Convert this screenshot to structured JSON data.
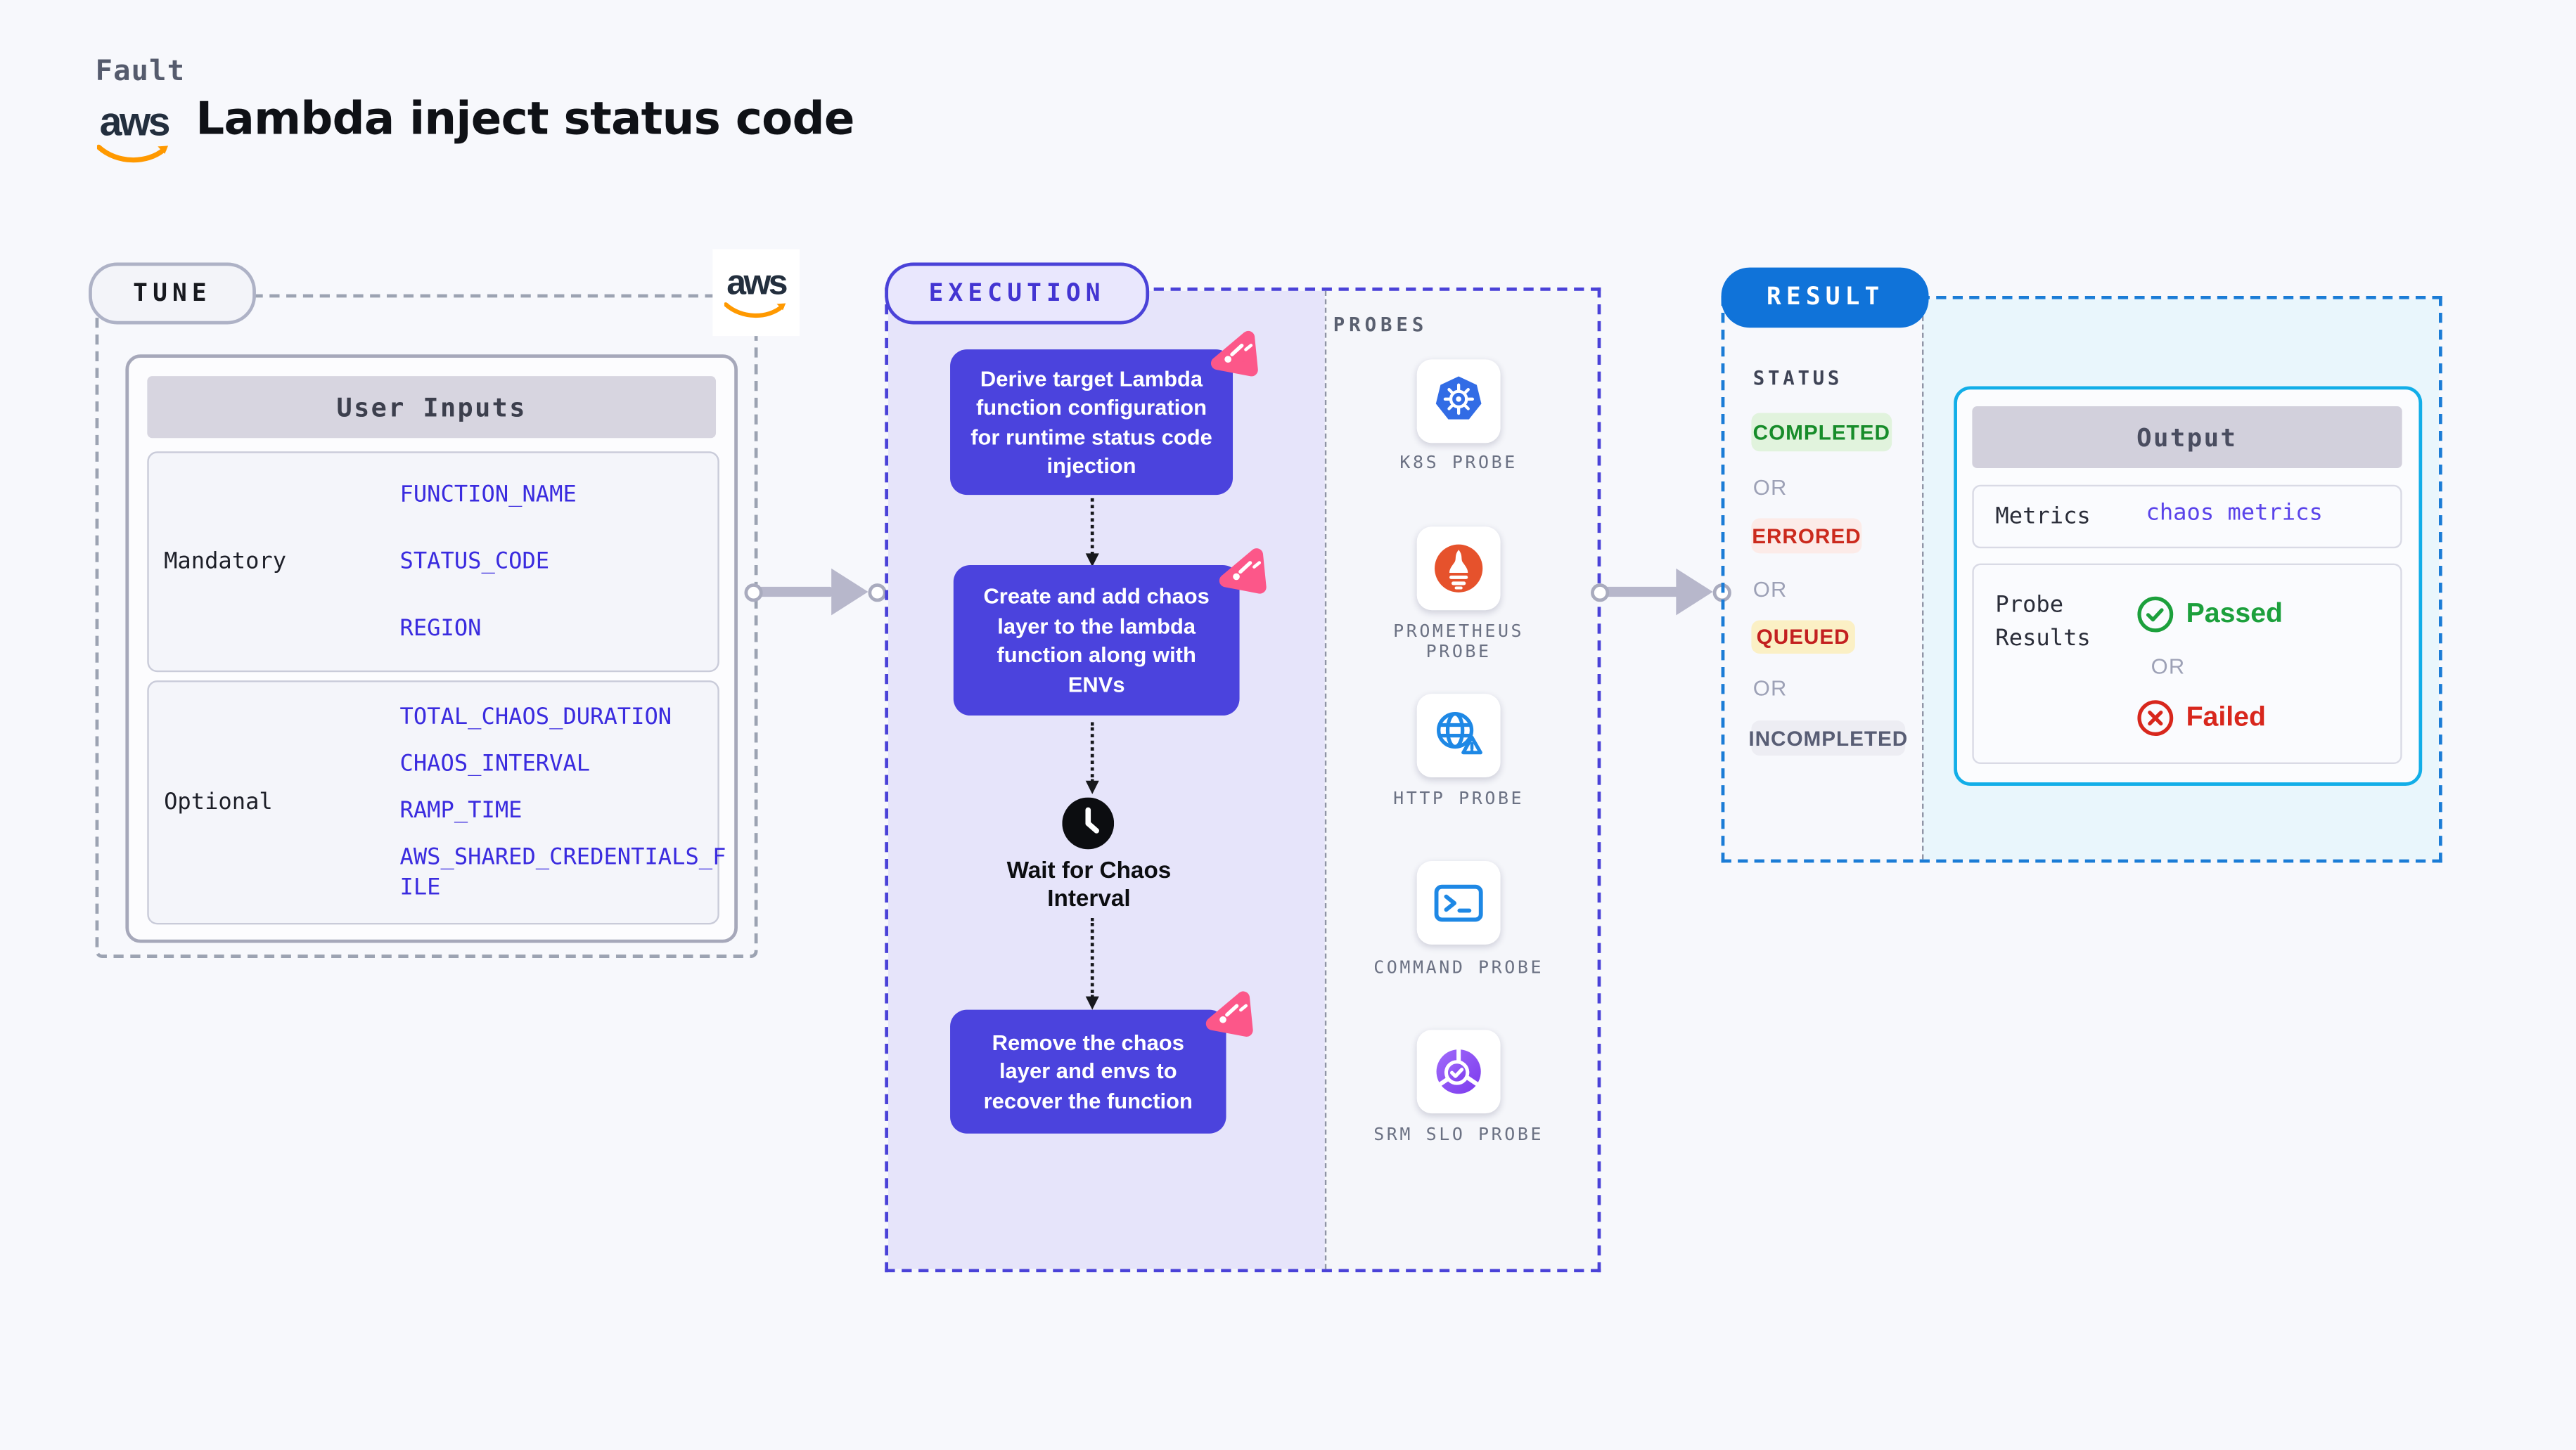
{
  "header": {
    "eyebrow": "Fault",
    "title": "Lambda inject status code",
    "brand": "aws"
  },
  "tune": {
    "label": "TUNE",
    "table": {
      "header": "User Inputs",
      "mandatory": {
        "label": "Mandatory",
        "values": [
          "FUNCTION_NAME",
          "STATUS_CODE",
          "REGION"
        ]
      },
      "optional": {
        "label": "Optional",
        "values": [
          "TOTAL_CHAOS_DURATION",
          "CHAOS_INTERVAL",
          "RAMP_TIME",
          "AWS_SHARED_CREDENTIALS_FILE"
        ]
      }
    }
  },
  "execution": {
    "label": "EXECUTION",
    "steps": [
      "Derive target Lambda function configuration for runtime status code injection",
      "Create and add chaos layer to the lambda function along with ENVs",
      "Remove the chaos layer and envs to recover the function"
    ],
    "wait_label": "Wait for Chaos Interval",
    "probes": {
      "title": "PROBES",
      "items": [
        {
          "icon": "k8s-icon",
          "label": "K8S PROBE"
        },
        {
          "icon": "prometheus-icon",
          "label": "PROMETHEUS PROBE"
        },
        {
          "icon": "http-icon",
          "label": "HTTP PROBE"
        },
        {
          "icon": "command-icon",
          "label": "COMMAND PROBE"
        },
        {
          "icon": "srm-slo-icon",
          "label": "SRM SLO PROBE"
        }
      ]
    }
  },
  "result": {
    "label": "RESULT",
    "status": {
      "title": "STATUS",
      "or": "OR",
      "badges": [
        {
          "label": "COMPLETED",
          "type": "completed"
        },
        {
          "label": "ERRORED",
          "type": "errored"
        },
        {
          "label": "QUEUED",
          "type": "queued"
        },
        {
          "label": "INCOMPLETED",
          "type": "incompleted"
        }
      ]
    },
    "output": {
      "header": "Output",
      "metrics_label": "Metrics",
      "metrics_value": "chaos metrics",
      "probe_results_label": "Probe Results",
      "passed": "Passed",
      "or": "OR",
      "failed": "Failed"
    }
  },
  "colors": {
    "accent_indigo": "#4b43dd",
    "accent_blue": "#1073d9",
    "accent_cyan": "#12aee8",
    "pink": "#fc5789",
    "aws_orange": "#ff9900",
    "passed_green": "#1ca03c",
    "failed_red": "#d8271d"
  }
}
